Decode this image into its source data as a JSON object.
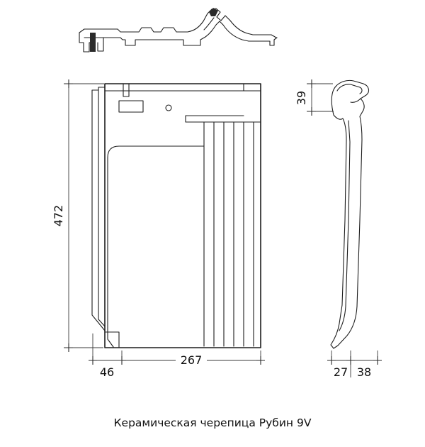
{
  "caption": "Керамическая черепица Рубин 9V",
  "dimensions": {
    "front_height": "472",
    "front_width": "267",
    "front_left_offset": "46",
    "side_hook_height": "39",
    "side_foot_depth": "27",
    "side_foot_width": "38"
  },
  "colors": {
    "line": "#1d1d1d",
    "background": "#ffffff"
  }
}
